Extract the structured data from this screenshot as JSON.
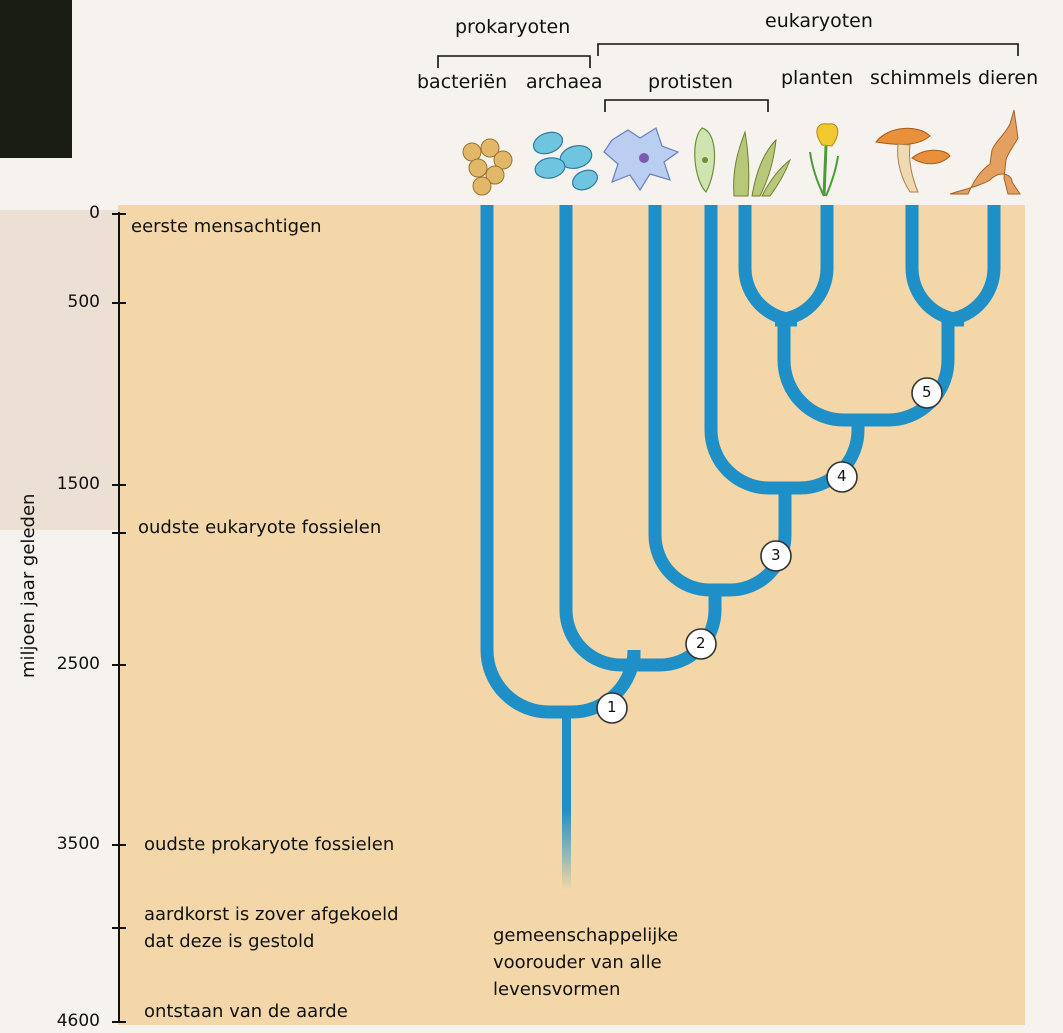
{
  "groups": {
    "prokaryoten": "prokaryoten",
    "eukaryoten": "eukaryoten",
    "protisten": "protisten"
  },
  "taxa": [
    "bacteriën",
    "archaea",
    "planten",
    "schimmels",
    "dieren"
  ],
  "y_axis": {
    "label": "miljoen jaar geleden",
    "ticks": [
      "0",
      "500",
      "1500",
      "2500",
      "3500",
      "4600"
    ]
  },
  "events": {
    "e0": "eerste mensachtigen",
    "e1": "oudste eukaryote fossielen",
    "e2": "oudste prokaryote fossielen",
    "e3a": "aardkorst is zover afgekoeld",
    "e3b": "dat deze is gestold",
    "e4": "ontstaan van de aarde"
  },
  "root_label": [
    "gemeenschappelijke",
    "voorouder van alle",
    "levensvormen"
  ],
  "nodes": [
    "1",
    "2",
    "3",
    "4",
    "5"
  ],
  "colors": {
    "panel": "#f3d7a8",
    "branch": "#1f8fc8",
    "background": "#f6f3ee"
  }
}
